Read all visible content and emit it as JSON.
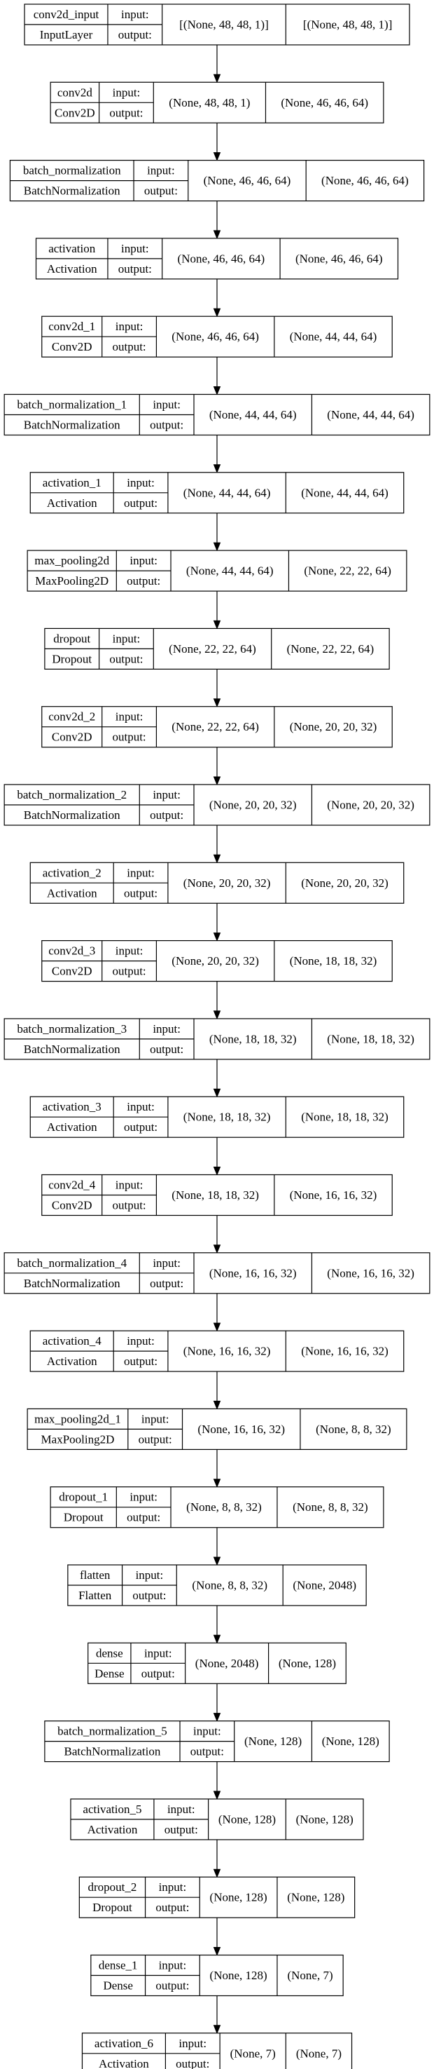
{
  "diagram": {
    "labels": {
      "input": "input:",
      "output": "output:"
    },
    "layers": [
      {
        "name": "conv2d_input",
        "type": "InputLayer",
        "input_shape": "[(None, 48, 48, 1)]",
        "output_shape": "[(None, 48, 48, 1)]"
      },
      {
        "name": "conv2d",
        "type": "Conv2D",
        "input_shape": "(None, 48, 48, 1)",
        "output_shape": "(None, 46, 46, 64)"
      },
      {
        "name": "batch_normalization",
        "type": "BatchNormalization",
        "input_shape": "(None, 46, 46, 64)",
        "output_shape": "(None, 46, 46, 64)"
      },
      {
        "name": "activation",
        "type": "Activation",
        "input_shape": "(None, 46, 46, 64)",
        "output_shape": "(None, 46, 46, 64)"
      },
      {
        "name": "conv2d_1",
        "type": "Conv2D",
        "input_shape": "(None, 46, 46, 64)",
        "output_shape": "(None, 44, 44, 64)"
      },
      {
        "name": "batch_normalization_1",
        "type": "BatchNormalization",
        "input_shape": "(None, 44, 44, 64)",
        "output_shape": "(None, 44, 44, 64)"
      },
      {
        "name": "activation_1",
        "type": "Activation",
        "input_shape": "(None, 44, 44, 64)",
        "output_shape": "(None, 44, 44, 64)"
      },
      {
        "name": "max_pooling2d",
        "type": "MaxPooling2D",
        "input_shape": "(None, 44, 44, 64)",
        "output_shape": "(None, 22, 22, 64)"
      },
      {
        "name": "dropout",
        "type": "Dropout",
        "input_shape": "(None, 22, 22, 64)",
        "output_shape": "(None, 22, 22, 64)"
      },
      {
        "name": "conv2d_2",
        "type": "Conv2D",
        "input_shape": "(None, 22, 22, 64)",
        "output_shape": "(None, 20, 20, 32)"
      },
      {
        "name": "batch_normalization_2",
        "type": "BatchNormalization",
        "input_shape": "(None, 20, 20, 32)",
        "output_shape": "(None, 20, 20, 32)"
      },
      {
        "name": "activation_2",
        "type": "Activation",
        "input_shape": "(None, 20, 20, 32)",
        "output_shape": "(None, 20, 20, 32)"
      },
      {
        "name": "conv2d_3",
        "type": "Conv2D",
        "input_shape": "(None, 20, 20, 32)",
        "output_shape": "(None, 18, 18, 32)"
      },
      {
        "name": "batch_normalization_3",
        "type": "BatchNormalization",
        "input_shape": "(None, 18, 18, 32)",
        "output_shape": "(None, 18, 18, 32)"
      },
      {
        "name": "activation_3",
        "type": "Activation",
        "input_shape": "(None, 18, 18, 32)",
        "output_shape": "(None, 18, 18, 32)"
      },
      {
        "name": "conv2d_4",
        "type": "Conv2D",
        "input_shape": "(None, 18, 18, 32)",
        "output_shape": "(None, 16, 16, 32)"
      },
      {
        "name": "batch_normalization_4",
        "type": "BatchNormalization",
        "input_shape": "(None, 16, 16, 32)",
        "output_shape": "(None, 16, 16, 32)"
      },
      {
        "name": "activation_4",
        "type": "Activation",
        "input_shape": "(None, 16, 16, 32)",
        "output_shape": "(None, 16, 16, 32)"
      },
      {
        "name": "max_pooling2d_1",
        "type": "MaxPooling2D",
        "input_shape": "(None, 16, 16, 32)",
        "output_shape": "(None, 8, 8, 32)"
      },
      {
        "name": "dropout_1",
        "type": "Dropout",
        "input_shape": "(None, 8, 8, 32)",
        "output_shape": "(None, 8, 8, 32)"
      },
      {
        "name": "flatten",
        "type": "Flatten",
        "input_shape": "(None, 8, 8, 32)",
        "output_shape": "(None, 2048)"
      },
      {
        "name": "dense",
        "type": "Dense",
        "input_shape": "(None, 2048)",
        "output_shape": "(None, 128)"
      },
      {
        "name": "batch_normalization_5",
        "type": "BatchNormalization",
        "input_shape": "(None, 128)",
        "output_shape": "(None, 128)"
      },
      {
        "name": "activation_5",
        "type": "Activation",
        "input_shape": "(None, 128)",
        "output_shape": "(None, 128)"
      },
      {
        "name": "dropout_2",
        "type": "Dropout",
        "input_shape": "(None, 128)",
        "output_shape": "(None, 128)"
      },
      {
        "name": "dense_1",
        "type": "Dense",
        "input_shape": "(None, 128)",
        "output_shape": "(None, 7)"
      },
      {
        "name": "activation_6",
        "type": "Activation",
        "input_shape": "(None, 7)",
        "output_shape": "(None, 7)"
      }
    ]
  }
}
